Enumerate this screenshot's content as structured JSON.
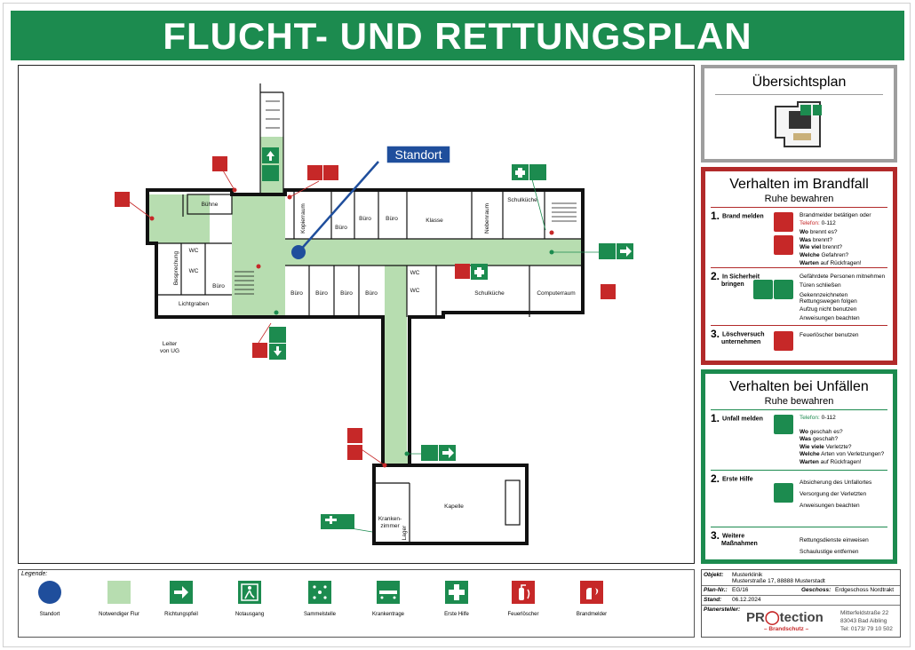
{
  "title": "FLUCHT- UND RETTUNGSPLAN",
  "plan": {
    "standort_label": "Standort",
    "rooms": {
      "buehne": "Bühne",
      "besprechung": "Besprechung",
      "wc1": "WC",
      "wc2": "WC",
      "buero_left": "Büro",
      "lichtgraben": "Lichtgraben",
      "leiter": "Leiter",
      "leiter2": "von UG",
      "kopierraum": "Kopierraum",
      "buero_t1": "Büro",
      "buero_t2": "Büro",
      "buero_t3": "Büro",
      "klasse": "Klasse",
      "nebenraum": "Nebenraum",
      "schulkueche_top": "Schulküche",
      "buero_b1": "Büro",
      "buero_b2": "Büro",
      "buero_b3": "Büro",
      "buero_b4": "Büro",
      "wc3": "WC",
      "wc4": "WC",
      "schulkueche": "Schulküche",
      "computerraum": "Computerraum",
      "kapelle": "Kapelle",
      "kranken1": "Kranken-",
      "kranken2": "zimmer",
      "lager": "Lager"
    }
  },
  "overview": {
    "title": "Übersichtsplan"
  },
  "fire": {
    "title": "Verhalten im Brandfall",
    "subtitle": "Ruhe bewahren",
    "step1": {
      "num": "1.",
      "label": "Brand melden"
    },
    "step1_text": {
      "l1": "Brandmelder betätigen oder",
      "l2a": "Telefon:",
      "l2b": "0-112",
      "l3a": "Wo",
      "l3b": "brennt es?",
      "l4a": "Was",
      "l4b": "brennt?",
      "l5a": "Wie viel",
      "l5b": "brennt?",
      "l6a": "Welche",
      "l6b": "Gefahren?",
      "l7a": "Warten",
      "l7b": "auf Rückfragen!"
    },
    "step2": {
      "num": "2.",
      "label1": "In Sicherheit",
      "label2": "bringen"
    },
    "step2_text": {
      "l1": "Gefährdete Personen mitnehmen",
      "l2": "Türen schließen",
      "l3": "Gekennzeichneten",
      "l4": "Rettungswegen folgen",
      "l5": "Aufzug nicht benutzen",
      "l6": "Anweisungen beachten"
    },
    "step3": {
      "num": "3.",
      "label1": "Löschversuch",
      "label2": "unternehmen"
    },
    "step3_text": {
      "l1": "Feuerlöscher benutzen"
    }
  },
  "accident": {
    "title": "Verhalten bei Unfällen",
    "subtitle": "Ruhe bewahren",
    "step1": {
      "num": "1.",
      "label": "Unfall melden"
    },
    "step1_text": {
      "l1a": "Telefon:",
      "l1b": "0-112",
      "l2a": "Wo",
      "l2b": "geschah es?",
      "l3a": "Was",
      "l3b": "geschah?",
      "l4a": "Wie viele",
      "l4b": "Verletzte?",
      "l5a": "Welche",
      "l5b": "Arten von Verletzungen?",
      "l6a": "Warten",
      "l6b": "auf Rückfragen!"
    },
    "step2": {
      "num": "2.",
      "label": "Erste Hilfe"
    },
    "step2_text": {
      "l1": "Absicherung des Unfallortes",
      "l2": "Versorgung der Verletzten",
      "l3": "Anweisungen beachten"
    },
    "step3": {
      "num": "3.",
      "label1": "Weitere",
      "label2": "Maßnahmen"
    },
    "step3_text": {
      "l1": "Rettungsdienste einweisen",
      "l2": "Schaulustige entfernen"
    }
  },
  "legend": {
    "title": "Legende:",
    "items": [
      {
        "label": "Standort",
        "icon": "location-dot"
      },
      {
        "label": "Notwendiger Flur",
        "icon": "corridor-swatch"
      },
      {
        "label": "Richtungspfeil",
        "icon": "arrow-right"
      },
      {
        "label": "Notausgang",
        "icon": "emergency-exit"
      },
      {
        "label": "Sammelstelle",
        "icon": "assembly-point"
      },
      {
        "label": "Krankentrage",
        "icon": "stretcher"
      },
      {
        "label": "Erste Hilfe",
        "icon": "first-aid"
      },
      {
        "label": "Feuerlöscher",
        "icon": "fire-extinguisher"
      },
      {
        "label": "Brandmelder",
        "icon": "fire-alarm"
      }
    ]
  },
  "info": {
    "objekt_key": "Objekt:",
    "objekt_name": "Musterklinik",
    "objekt_addr": "Musterstraße 17, 88888 Musterstadt",
    "plan_key": "Plan-Nr.:",
    "plan_val": "EG/16",
    "geschoss_key": "Geschoss:",
    "geschoss_val": "Erdgeschoss Nordtrakt",
    "stand_key": "Stand:",
    "stand_val": "06.12.2024",
    "ersteller_key": "Planersteller:",
    "brand1": "PR",
    "brand2": "tection",
    "brand_sub": "– Brandschutz –",
    "addr1": "Mitterfeldstraße 22",
    "addr2": "83043 Bad Aibling",
    "tel": "Tel: 0173/ 79 10 502"
  },
  "colors": {
    "green": "#1c8b4f",
    "red": "#c62828",
    "corridor": "#b7ddb0",
    "standort": "#1f4e9c",
    "fire_border": "#b22a2a",
    "overview_border": "#9e9e9e"
  }
}
